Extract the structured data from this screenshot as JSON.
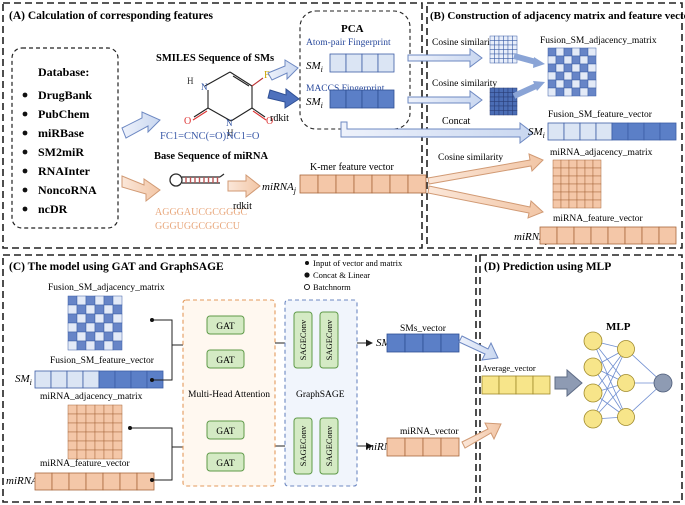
{
  "panels": {
    "a_title": "(A) Calculation of corresponding features",
    "b_title": "(B) Construction of adjacency matrix and feature vector",
    "c_title": "(C) The model using GAT and GraphSAGE",
    "d_title": "(D) Prediction using MLP"
  },
  "database": {
    "title": "Database:",
    "items": [
      "DrugBank",
      "PubChem",
      "miRBase",
      "SM2miR",
      "RNAInter",
      "NoncoRNA",
      "ncDR"
    ]
  },
  "panel_a": {
    "smiles_title": "SMILES Sequence of SMs",
    "smiles_string": "FC1=CNC(=O)NC1=O",
    "atom_f": "F",
    "atom_o1": "O",
    "atom_o2": "O",
    "atom_n1": "H",
    "atom_n1b": "N",
    "atom_n2": "N",
    "atom_n2b": "H",
    "rdkit1": "rdkit",
    "pca_title": "PCA",
    "atom_pair": "Atom-pair Fingerprint",
    "maccs": "MACCS Fingerprint",
    "sm_var": "SM",
    "sm_sub": "i",
    "base_title": "Base Sequence of miRNA",
    "seq_line1": "AGGGAUCGCGGGC",
    "seq_line2": "GGGUGGCGGCCU",
    "rdkit2": "rdkit",
    "kmer": "K-mer  feature vector",
    "mirna_var": "miRNA",
    "mirna_sub": "j"
  },
  "panel_b": {
    "cos1": "Cosine similarity",
    "cos2": "Cosine similarity",
    "concat": "Concat",
    "cos3": "Cosine similarity",
    "fusion_adj": "Fusion_SM_adjacency_matrix",
    "fusion_feat": "Fusion_SM_feature_vector",
    "mirna_adj": "miRNA_adjacency_matrix",
    "mirna_feat": "miRNA_feature_vector"
  },
  "panel_c": {
    "legend_input": "Input of vector and matrix",
    "legend_concat": "Concat & Linear",
    "legend_bn": "Batchnorm",
    "fusion_adj": "Fusion_SM_adjacency_matrix",
    "fusion_feat": "Fusion_SM_feature_vector",
    "mirna_adj": "miRNA_adjacency_matrix",
    "mirna_feat": "miRNA_feature_vector",
    "gat": "GAT",
    "mha": "Multi-Head Attention",
    "sage": "SAGEConv",
    "graphsage": "GraphSAGE",
    "sms_vector": "SMs_vector",
    "mirna_vector": "miRNA_vector"
  },
  "panel_d": {
    "mlp": "MLP",
    "avg": "Average_vector"
  },
  "colors": {
    "light_blue": "#dbe5f4",
    "mid_blue": "#5b7fc7",
    "dark_blue": "#4a6fb8",
    "peach": "#f4c7a8",
    "orange_border": "#c07a44",
    "green": "#d4eac4",
    "green_border": "#5f9a49",
    "node_yellow": "#f7e58a",
    "node_gray": "#8e9bb3",
    "mirna_text": "#e8a77c",
    "smiles_text": "#3b5aa8"
  }
}
